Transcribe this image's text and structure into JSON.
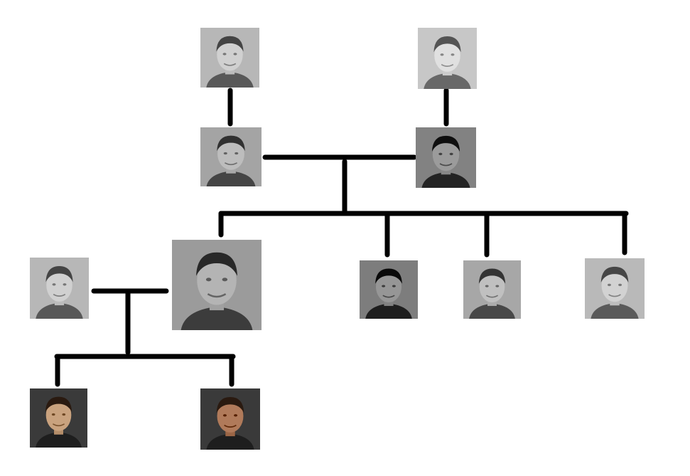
{
  "diagram": {
    "type": "family-tree",
    "line_color": "#000000",
    "background": "#ffffff"
  },
  "people": [
    {
      "id": "p1",
      "icon": "portrait-photo",
      "style": "grayscale",
      "tone": "#8a8a8a"
    },
    {
      "id": "p2",
      "icon": "portrait-photo",
      "style": "grayscale",
      "tone": "#9a9a9a"
    },
    {
      "id": "p3",
      "icon": "portrait-photo",
      "style": "grayscale",
      "tone": "#777777"
    },
    {
      "id": "p4",
      "icon": "portrait-photo",
      "style": "grayscale",
      "tone": "#555555"
    },
    {
      "id": "p5",
      "icon": "portrait-photo",
      "style": "grayscale",
      "tone": "#6e6e6e"
    },
    {
      "id": "p6",
      "icon": "portrait-photo",
      "style": "grayscale",
      "tone": "#505050"
    },
    {
      "id": "p7",
      "icon": "portrait-photo",
      "style": "grayscale",
      "tone": "#7a7a7a"
    },
    {
      "id": "p8",
      "icon": "portrait-photo",
      "style": "grayscale",
      "tone": "#8c8c8c"
    },
    {
      "id": "p9",
      "icon": "portrait-photo",
      "style": "grayscale",
      "tone": "#8a8a8a"
    },
    {
      "id": "p10",
      "icon": "portrait-photo",
      "style": "color",
      "tone": "#c9a27e"
    },
    {
      "id": "p11",
      "icon": "portrait-photo",
      "style": "color",
      "tone": "#b07a5a"
    }
  ],
  "relations": [
    {
      "type": "parent-child",
      "parent": "p1",
      "child": "p3"
    },
    {
      "type": "parent-child",
      "parent": "p2",
      "child": "p4"
    },
    {
      "type": "couple",
      "members": [
        "p3",
        "p4"
      ],
      "children": [
        "p5",
        "p6",
        "p7",
        "p8"
      ]
    },
    {
      "type": "couple",
      "members": [
        "p9",
        "p5"
      ],
      "children": [
        "p10",
        "p11"
      ]
    }
  ]
}
